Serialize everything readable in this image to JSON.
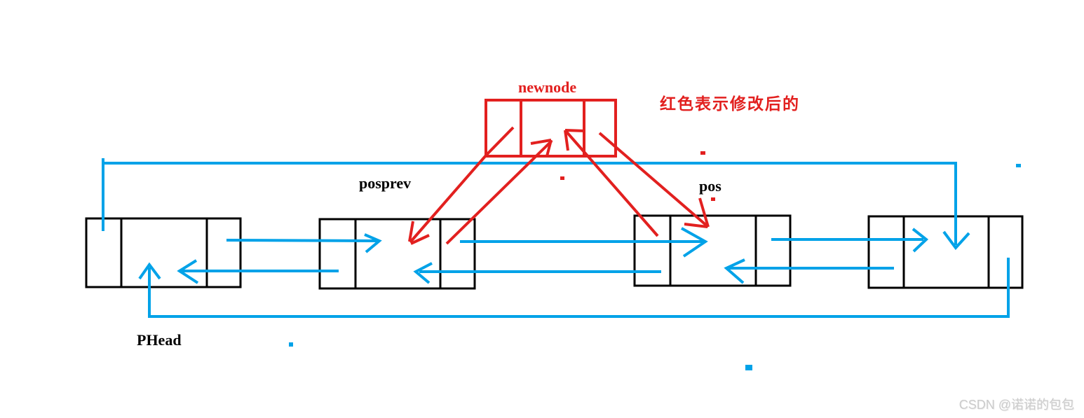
{
  "labels": {
    "newnode": "newnode",
    "note": "红色表示修改后的",
    "posprev": "posprev",
    "pos": "pos",
    "phead": "PHead",
    "watermark": "CSDN @诺诺的包包"
  },
  "colors": {
    "blue": "#00A2E8",
    "red": "#E2201F",
    "black": "#000000",
    "gray": "#CBCBCB"
  },
  "diagram": {
    "type": "doubly-linked-list-insert",
    "description_visible_text_only": false,
    "nodes": [
      {
        "id": "head",
        "label": "PHead",
        "cells": [
          "prev",
          "data",
          "next"
        ]
      },
      {
        "id": "posprev",
        "label": "posprev",
        "cells": [
          "prev",
          "data",
          "next"
        ]
      },
      {
        "id": "pos",
        "label": "pos",
        "cells": [
          "prev",
          "data",
          "next"
        ]
      },
      {
        "id": "tail",
        "label": "",
        "cells": [
          "prev",
          "data",
          "next"
        ]
      },
      {
        "id": "newnode",
        "label": "newnode",
        "cells": [
          "prev",
          "data",
          "next"
        ],
        "color": "red"
      }
    ],
    "blue_links": [
      {
        "from": "head.prev",
        "to": "tail",
        "route": "top-loop"
      },
      {
        "from": "head.next",
        "to": "posprev"
      },
      {
        "from": "posprev.prev",
        "to": "head"
      },
      {
        "from": "posprev.next",
        "to": "pos"
      },
      {
        "from": "pos.prev",
        "to": "posprev"
      },
      {
        "from": "pos.next",
        "to": "tail"
      },
      {
        "from": "tail.prev",
        "to": "pos"
      },
      {
        "from": "tail.next",
        "to": "head",
        "route": "bottom-loop"
      }
    ],
    "red_links": [
      {
        "from": "newnode.prev",
        "to": "posprev"
      },
      {
        "from": "posprev.next",
        "to": "newnode"
      },
      {
        "from": "pos.prev",
        "to": "newnode"
      },
      {
        "from": "newnode.next",
        "to": "pos"
      }
    ]
  }
}
